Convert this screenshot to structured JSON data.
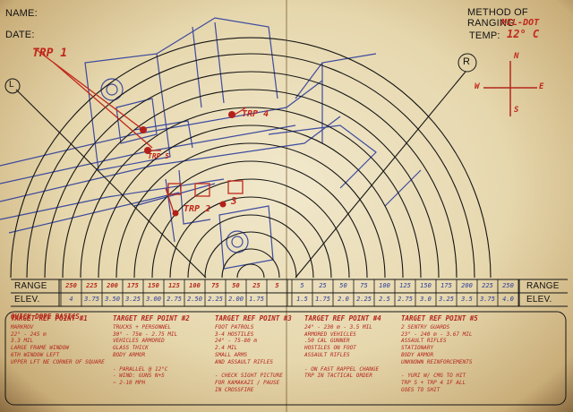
{
  "header": {
    "name_label": "NAME:",
    "date_label": "DATE:",
    "method_label": "METHOD OF RANGING",
    "method_value": "MIL-DOT",
    "temp_label": "TEMP:",
    "temp_value": "12° C"
  },
  "sketch": {
    "trp_labels": [
      "TRP 1",
      "TRP 4",
      "TRP 5",
      "TRP 2",
      "3"
    ],
    "left_marker": "L",
    "right_marker": "R",
    "compass": [
      "N",
      "S",
      "E",
      "W"
    ]
  },
  "table": {
    "range_label": "RANGE",
    "elev_label": "ELEV.",
    "left_range": [
      "250",
      "225",
      "200",
      "175",
      "150",
      "125",
      "100",
      "75",
      "50",
      "25",
      "5"
    ],
    "left_elev": [
      "4",
      "3.75",
      "3.50",
      "3.25",
      "3.00",
      "2.75",
      "2.50",
      "2.25",
      "2.00",
      "1.75",
      ""
    ],
    "right_range": [
      "5",
      "25",
      "50",
      "75",
      "100",
      "125",
      "150",
      "175",
      "200",
      "225",
      "250"
    ],
    "right_elev": [
      "1.5",
      "1.75",
      "2.0",
      "2.25",
      "2.5",
      "2.75",
      "3.0",
      "3.25",
      "3.5",
      "3.75",
      "4.0"
    ]
  },
  "notes": {
    "quick_dope": "QUICK DOPE BASICS",
    "columns": [
      {
        "title": "TARGET REF POINT #1",
        "lines": [
          "MARKROV",
          "22° - 245 m",
          "3.3 MIL",
          "LARGE FRAME WINDOW",
          "6TH WINDOW LEFT",
          "UPPER LFT NE CORNER OF SQUARE"
        ]
      },
      {
        "title": "TARGET REF POINT #2",
        "lines": [
          "TRUCKS + PERSONNEL",
          "30° - 75m - 2.75 MIL",
          "VEHICLES ARMORED",
          "GLASS THICK",
          "BODY ARMOR",
          "",
          "- PARALLEL @ 12°C",
          "- WIND: GUNS N+S",
          "~ 2-10 MPH"
        ]
      },
      {
        "title": "TARGET REF POINT #3",
        "lines": [
          "FOOT PATROLS",
          "3-4 HOSTILES",
          "24° - 75-80 m",
          "2.4 MIL",
          "SMALL ARMS",
          "AND ASSAULT RIFLES",
          "",
          "- CHECK SIGHT PICTURE",
          "FOR KAMAKAZI / PAUSE",
          "IN CROSSFIRE"
        ]
      },
      {
        "title": "TARGET REF POINT #4",
        "lines": [
          "24° - 230 m - 3.5 MIL",
          "ARMORED VEHICLES",
          ".50 CAL GUNNER",
          "HOSTILES ON FOOT",
          "ASSAULT RIFLES",
          "",
          "- ON FAST RAPPEL CHANGE",
          "TRP IN TACTICAL ORDER"
        ]
      },
      {
        "title": "TARGET REF POINT #5",
        "lines": [
          "2 SENTRY GUARDS",
          "23° - 240 m - 3.67 MIL",
          "ASSAULT RIFLES",
          "STATIONARY",
          "BODY ARMOR",
          "UNKNOWN REINFORCEMENTS",
          "",
          "- YURI W/ CMG TO HIT",
          "TRP 5 + TRP 4 IF ALL",
          "GOES TO SHIT"
        ]
      }
    ]
  }
}
